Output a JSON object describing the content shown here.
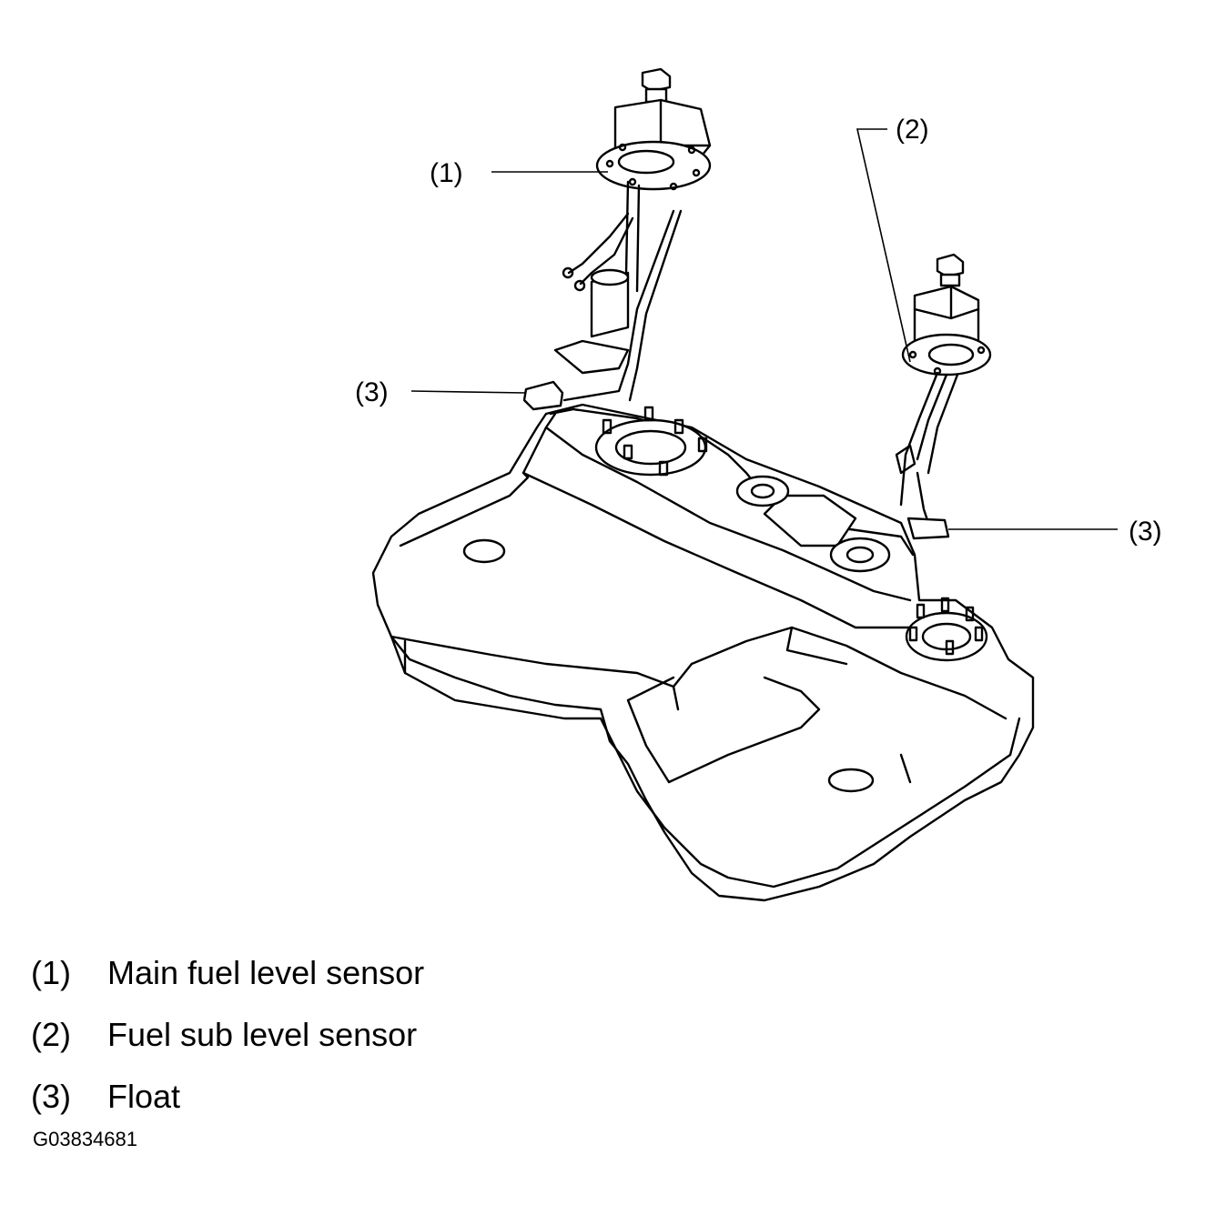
{
  "callouts": {
    "main_sensor": "(1)",
    "sub_sensor": "(2)",
    "float_left": "(3)",
    "float_right": "(3)"
  },
  "legend": [
    {
      "num": "(1)",
      "text": "Main fuel level sensor"
    },
    {
      "num": "(2)",
      "text": "Fuel sub level sensor"
    },
    {
      "num": "(3)",
      "text": "Float"
    }
  ],
  "figure_code": "G03834681"
}
